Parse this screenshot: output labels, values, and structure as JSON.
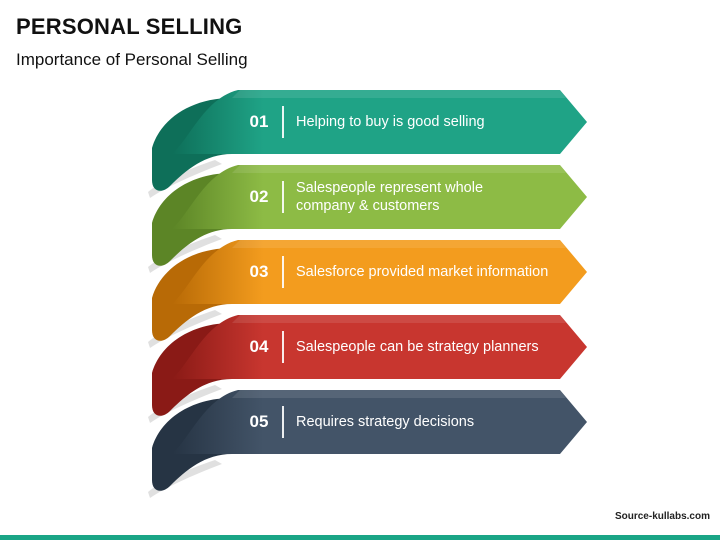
{
  "slide": {
    "title": "PERSONAL SELLING",
    "subtitle": "Importance of Personal Selling",
    "watermark": "Source-kullabs.com",
    "accent_bar_color": "#1aa586"
  },
  "items": [
    {
      "number": "01",
      "lines": [
        "Helping to buy is good selling"
      ],
      "color": "#1fa386",
      "dark": "#0e6f59"
    },
    {
      "number": "02",
      "lines": [
        "Salespeople represent whole",
        "company & customers"
      ],
      "color": "#8dbb45",
      "dark": "#5c8526"
    },
    {
      "number": "03",
      "lines": [
        "Salesforce provided market information"
      ],
      "color": "#f39c1e",
      "dark": "#b86a06"
    },
    {
      "number": "04",
      "lines": [
        "Salespeople can be strategy planners"
      ],
      "color": "#c8362f",
      "dark": "#8a1a16"
    },
    {
      "number": "05",
      "lines": [
        "Requires strategy decisions"
      ],
      "color": "#435468",
      "dark": "#263444"
    }
  ]
}
